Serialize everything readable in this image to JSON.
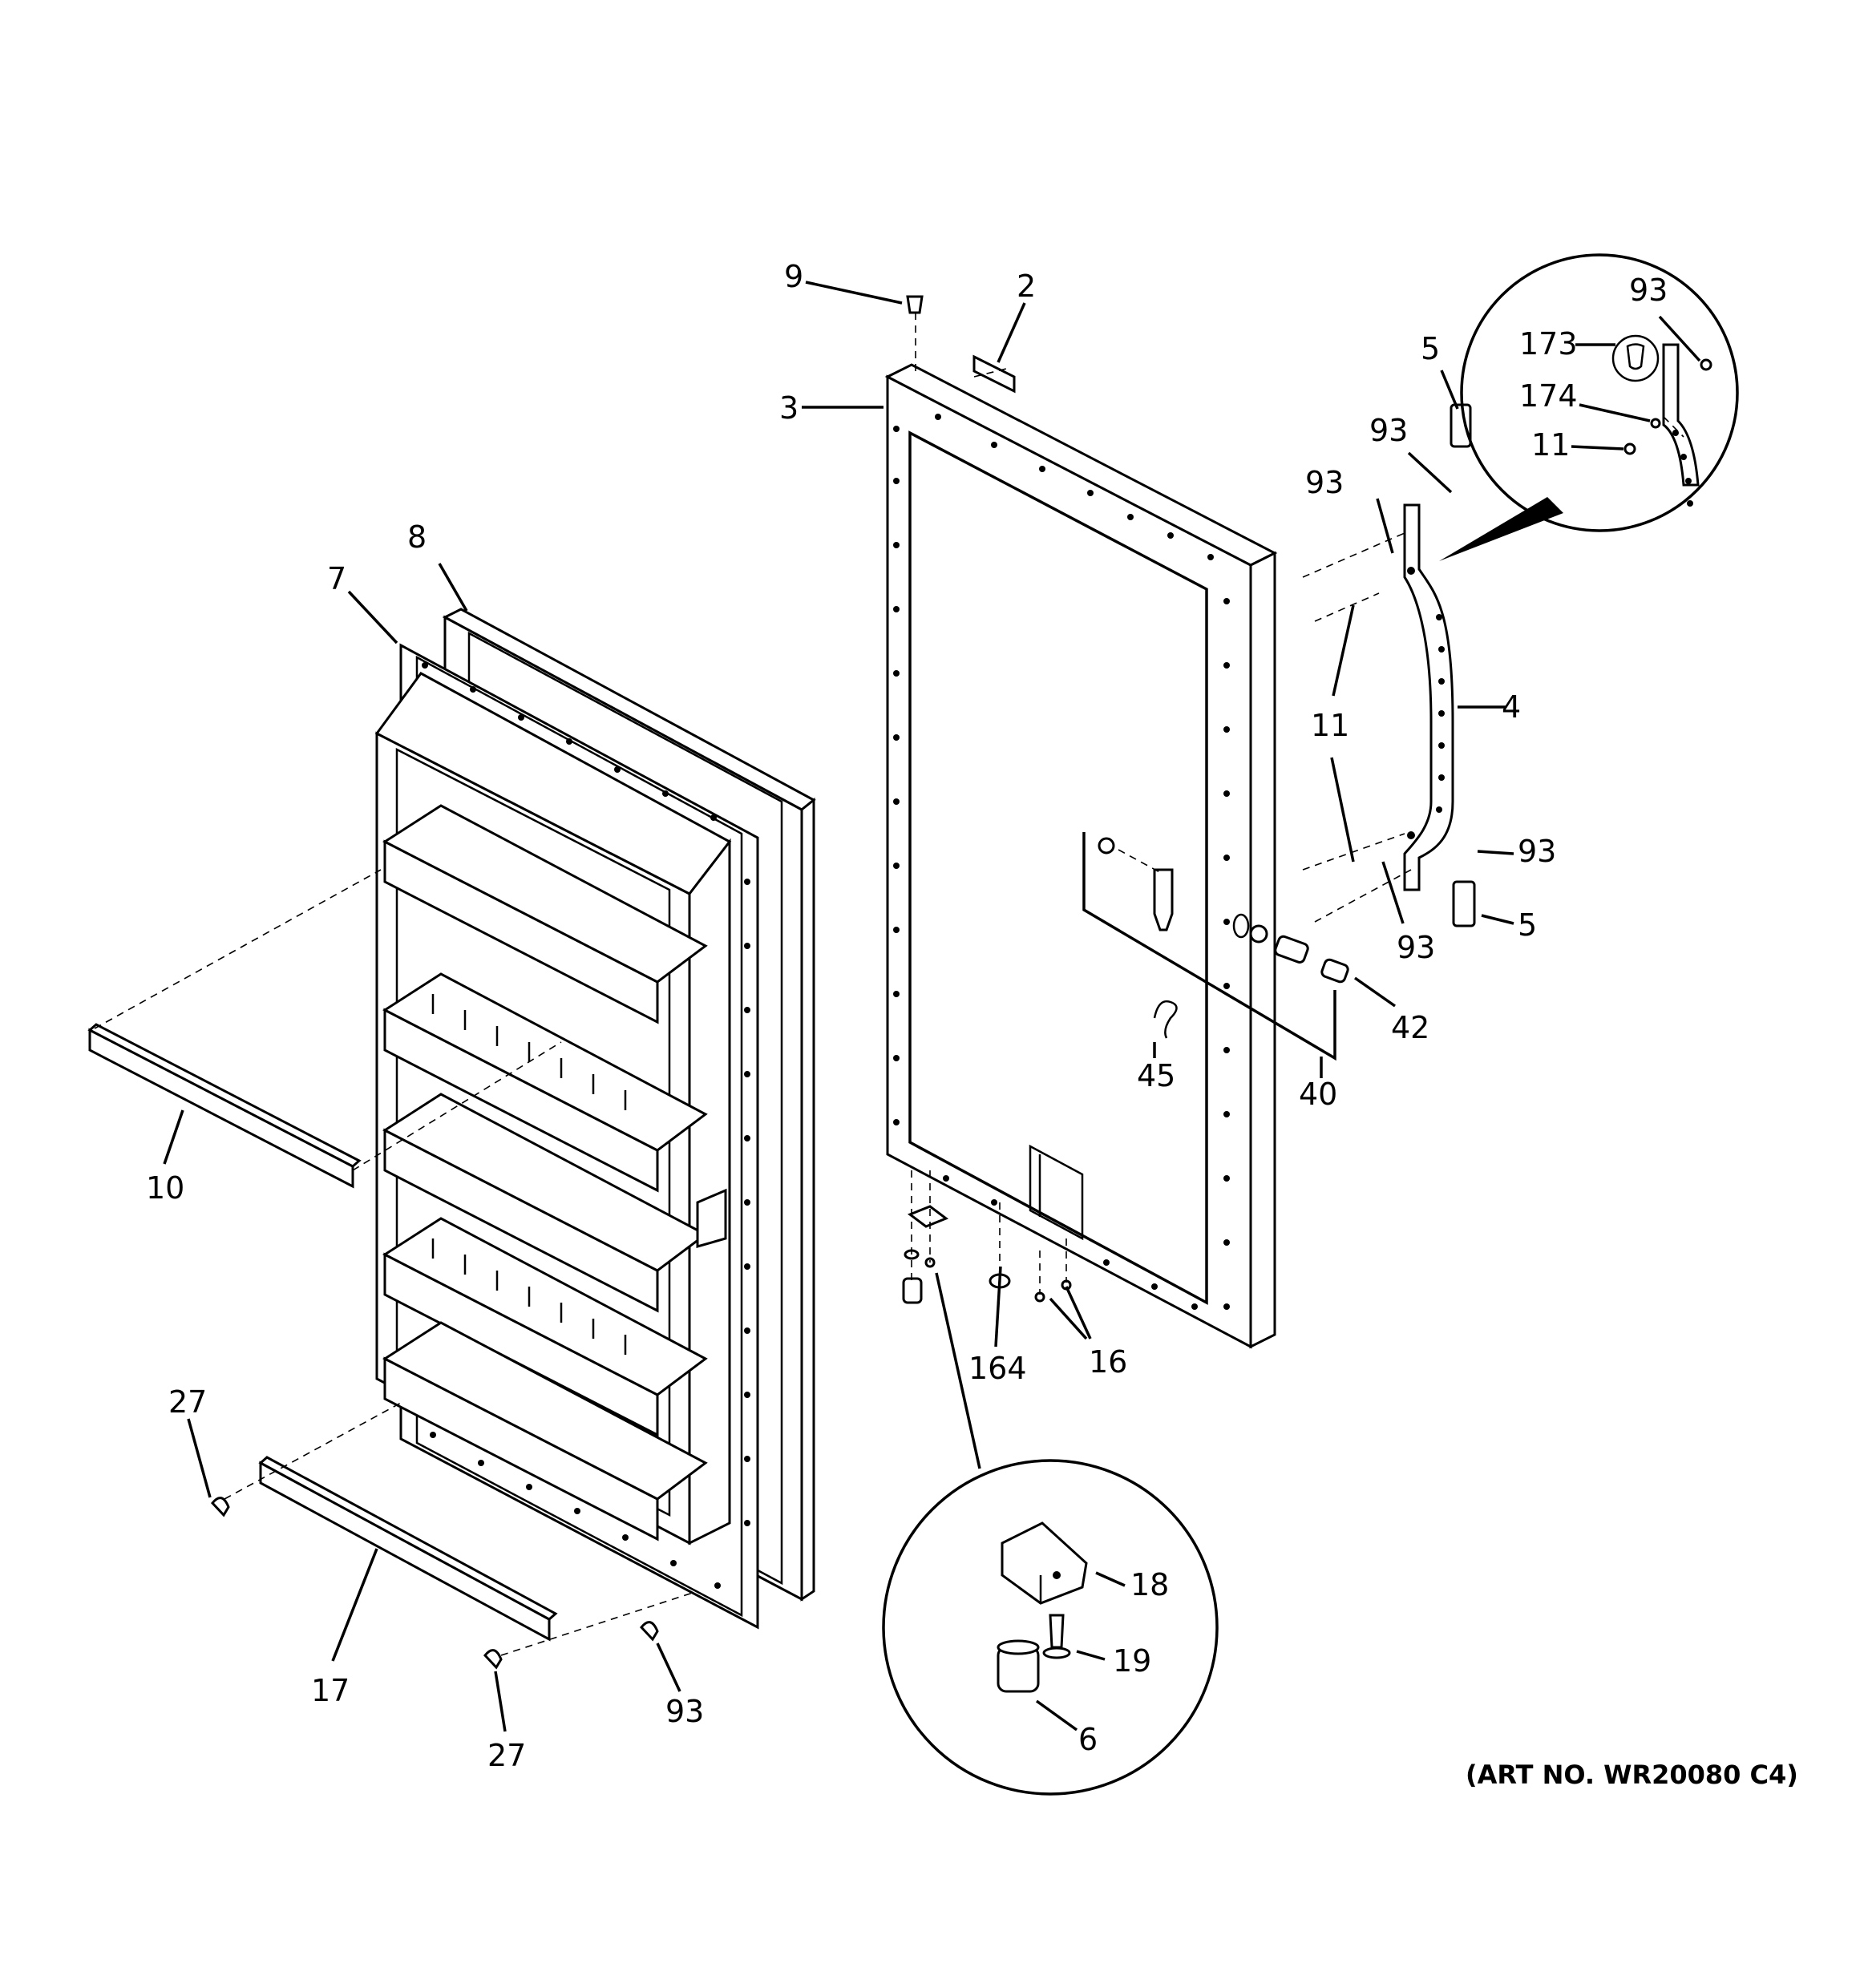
{
  "diagram": {
    "art_number": "(ART NO. WR20080 C4)",
    "callouts": [
      {
        "id": "c9",
        "text": "9"
      },
      {
        "id": "c2",
        "text": "2"
      },
      {
        "id": "c3",
        "text": "3"
      },
      {
        "id": "c8",
        "text": "8"
      },
      {
        "id": "c7",
        "text": "7"
      },
      {
        "id": "c10",
        "text": "10"
      },
      {
        "id": "c27a",
        "text": "27"
      },
      {
        "id": "c17",
        "text": "17"
      },
      {
        "id": "c27b",
        "text": "27"
      },
      {
        "id": "c93a",
        "text": "93"
      },
      {
        "id": "c164",
        "text": "164"
      },
      {
        "id": "c16",
        "text": "16"
      },
      {
        "id": "c45",
        "text": "45"
      },
      {
        "id": "c40",
        "text": "40"
      },
      {
        "id": "c42",
        "text": "42"
      },
      {
        "id": "c93b",
        "text": "93"
      },
      {
        "id": "c5a",
        "text": "5"
      },
      {
        "id": "c93c",
        "text": "93"
      },
      {
        "id": "c4",
        "text": "4"
      },
      {
        "id": "c11a",
        "text": "11"
      },
      {
        "id": "c93d",
        "text": "93"
      },
      {
        "id": "c93e",
        "text": "93"
      },
      {
        "id": "c5b",
        "text": "5"
      },
      {
        "id": "c93f",
        "text": "93"
      },
      {
        "id": "c173",
        "text": "173"
      },
      {
        "id": "c174",
        "text": "174"
      },
      {
        "id": "c11b",
        "text": "11"
      },
      {
        "id": "c18",
        "text": "18"
      },
      {
        "id": "c19",
        "text": "19"
      },
      {
        "id": "c6",
        "text": "6"
      }
    ]
  }
}
